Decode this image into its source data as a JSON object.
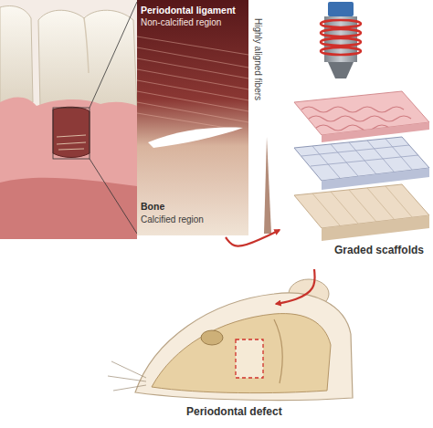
{
  "diagram": {
    "nodes": [
      {
        "text": [
          "Periodontal ligament",
          "Non-calcified region",
          "Highly aligned fibers",
          "Bone",
          "Calcified region"
        ]
      },
      {
        "text": [
          "Graded scaffolds"
        ]
      },
      {
        "text": [
          "Periodontal defect"
        ]
      }
    ],
    "edges": [
      {
        "from": 0,
        "to": 1,
        "arrow": "to"
      },
      {
        "from": 1,
        "to": 2,
        "arrow": "to"
      }
    ]
  }
}
